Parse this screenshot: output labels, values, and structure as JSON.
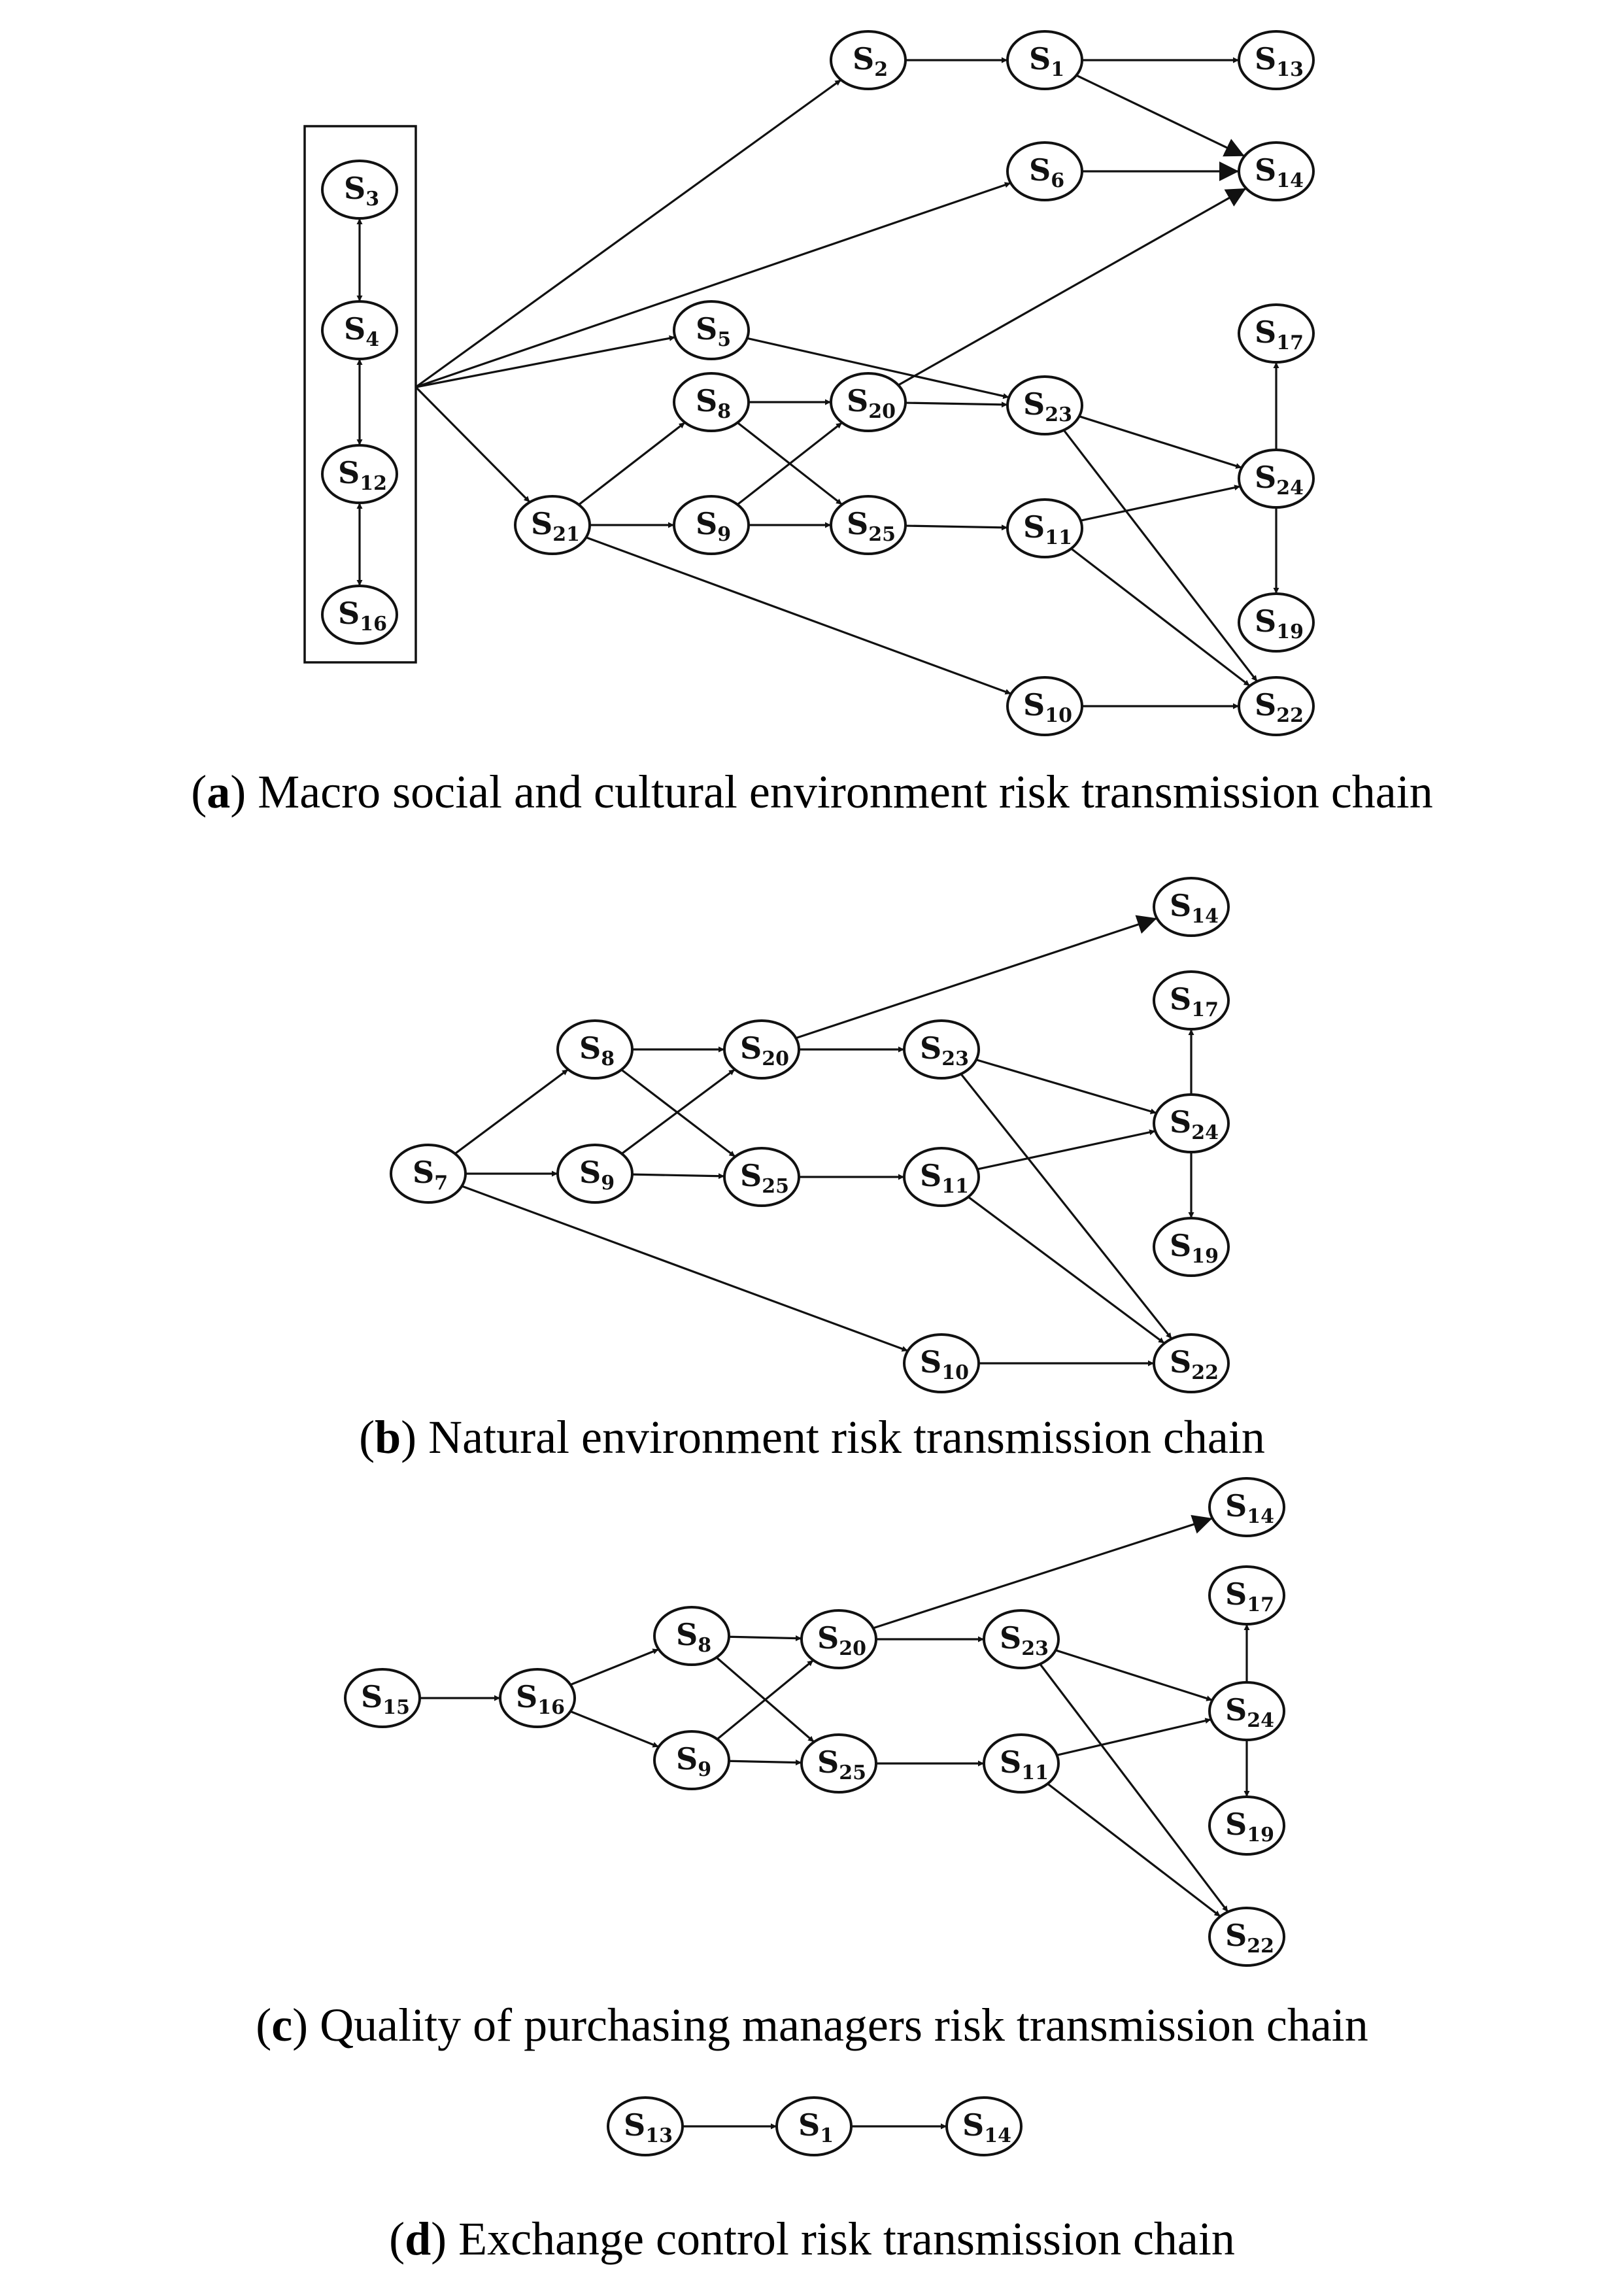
{
  "panels": [
    {
      "id": "a",
      "caption": {
        "letter": "a",
        "text": "Macro social and cultural environment risk transmission chain"
      },
      "groups": [
        {
          "members": [
            "S3",
            "S4",
            "S12",
            "S16"
          ]
        }
      ],
      "nodes": [
        {
          "id": "a-S3",
          "main": "S",
          "sub": "3"
        },
        {
          "id": "a-S4",
          "main": "S",
          "sub": "4"
        },
        {
          "id": "a-S12",
          "main": "S",
          "sub": "12"
        },
        {
          "id": "a-S16",
          "main": "S",
          "sub": "16"
        },
        {
          "id": "a-S2",
          "main": "S",
          "sub": "2"
        },
        {
          "id": "a-S1",
          "main": "S",
          "sub": "1"
        },
        {
          "id": "a-S13",
          "main": "S",
          "sub": "13"
        },
        {
          "id": "a-S6",
          "main": "S",
          "sub": "6"
        },
        {
          "id": "a-S14",
          "main": "S",
          "sub": "14"
        },
        {
          "id": "a-S5",
          "main": "S",
          "sub": "5"
        },
        {
          "id": "a-S8",
          "main": "S",
          "sub": "8"
        },
        {
          "id": "a-S20",
          "main": "S",
          "sub": "20"
        },
        {
          "id": "a-S23",
          "main": "S",
          "sub": "23"
        },
        {
          "id": "a-S17",
          "main": "S",
          "sub": "17"
        },
        {
          "id": "a-S24",
          "main": "S",
          "sub": "24"
        },
        {
          "id": "a-S21",
          "main": "S",
          "sub": "21"
        },
        {
          "id": "a-S9",
          "main": "S",
          "sub": "9"
        },
        {
          "id": "a-S25",
          "main": "S",
          "sub": "25"
        },
        {
          "id": "a-S11",
          "main": "S",
          "sub": "11"
        },
        {
          "id": "a-S19",
          "main": "S",
          "sub": "19"
        },
        {
          "id": "a-S10",
          "main": "S",
          "sub": "10"
        },
        {
          "id": "a-S22",
          "main": "S",
          "sub": "22"
        }
      ],
      "edges": [
        {
          "from": "a-S3",
          "to": "a-S4",
          "bidirectional": true
        },
        {
          "from": "a-S4",
          "to": "a-S12",
          "bidirectional": true
        },
        {
          "from": "a-S12",
          "to": "a-S16",
          "bidirectional": true
        },
        {
          "from": "group-a",
          "to": "a-S2"
        },
        {
          "from": "group-a",
          "to": "a-S6"
        },
        {
          "from": "group-a",
          "to": "a-S5"
        },
        {
          "from": "group-a",
          "to": "a-S21"
        },
        {
          "from": "a-S2",
          "to": "a-S1"
        },
        {
          "from": "a-S1",
          "to": "a-S13"
        },
        {
          "from": "a-S1",
          "to": "a-S14"
        },
        {
          "from": "a-S6",
          "to": "a-S14"
        },
        {
          "from": "a-S20",
          "to": "a-S14"
        },
        {
          "from": "a-S5",
          "to": "a-S23"
        },
        {
          "from": "a-S21",
          "to": "a-S8"
        },
        {
          "from": "a-S21",
          "to": "a-S9"
        },
        {
          "from": "a-S21",
          "to": "a-S10"
        },
        {
          "from": "a-S8",
          "to": "a-S20"
        },
        {
          "from": "a-S8",
          "to": "a-S25"
        },
        {
          "from": "a-S9",
          "to": "a-S20"
        },
        {
          "from": "a-S9",
          "to": "a-S25"
        },
        {
          "from": "a-S20",
          "to": "a-S23"
        },
        {
          "from": "a-S25",
          "to": "a-S11"
        },
        {
          "from": "a-S23",
          "to": "a-S24"
        },
        {
          "from": "a-S23",
          "to": "a-S22"
        },
        {
          "from": "a-S11",
          "to": "a-S24"
        },
        {
          "from": "a-S11",
          "to": "a-S22"
        },
        {
          "from": "a-S10",
          "to": "a-S22"
        },
        {
          "from": "a-S24",
          "to": "a-S17"
        },
        {
          "from": "a-S24",
          "to": "a-S19"
        }
      ]
    },
    {
      "id": "b",
      "caption": {
        "letter": "b",
        "text": "Natural environment risk transmission chain"
      },
      "nodes": [
        {
          "id": "b-S7",
          "main": "S",
          "sub": "7"
        },
        {
          "id": "b-S8",
          "main": "S",
          "sub": "8"
        },
        {
          "id": "b-S9",
          "main": "S",
          "sub": "9"
        },
        {
          "id": "b-S20",
          "main": "S",
          "sub": "20"
        },
        {
          "id": "b-S25",
          "main": "S",
          "sub": "25"
        },
        {
          "id": "b-S23",
          "main": "S",
          "sub": "23"
        },
        {
          "id": "b-S11",
          "main": "S",
          "sub": "11"
        },
        {
          "id": "b-S10",
          "main": "S",
          "sub": "10"
        },
        {
          "id": "b-S14",
          "main": "S",
          "sub": "14"
        },
        {
          "id": "b-S17",
          "main": "S",
          "sub": "17"
        },
        {
          "id": "b-S24",
          "main": "S",
          "sub": "24"
        },
        {
          "id": "b-S19",
          "main": "S",
          "sub": "19"
        },
        {
          "id": "b-S22",
          "main": "S",
          "sub": "22"
        }
      ],
      "edges": [
        {
          "from": "b-S7",
          "to": "b-S8"
        },
        {
          "from": "b-S7",
          "to": "b-S9"
        },
        {
          "from": "b-S7",
          "to": "b-S10"
        },
        {
          "from": "b-S8",
          "to": "b-S20"
        },
        {
          "from": "b-S8",
          "to": "b-S25"
        },
        {
          "from": "b-S9",
          "to": "b-S20"
        },
        {
          "from": "b-S9",
          "to": "b-S25"
        },
        {
          "from": "b-S20",
          "to": "b-S14"
        },
        {
          "from": "b-S20",
          "to": "b-S23"
        },
        {
          "from": "b-S25",
          "to": "b-S11"
        },
        {
          "from": "b-S23",
          "to": "b-S24"
        },
        {
          "from": "b-S23",
          "to": "b-S22"
        },
        {
          "from": "b-S11",
          "to": "b-S24"
        },
        {
          "from": "b-S11",
          "to": "b-S22"
        },
        {
          "from": "b-S10",
          "to": "b-S22"
        },
        {
          "from": "b-S24",
          "to": "b-S17"
        },
        {
          "from": "b-S24",
          "to": "b-S19"
        }
      ]
    },
    {
      "id": "c",
      "caption": {
        "letter": "c",
        "text": "Quality of purchasing managers risk transmission chain"
      },
      "nodes": [
        {
          "id": "c-S15",
          "main": "S",
          "sub": "15"
        },
        {
          "id": "c-S16",
          "main": "S",
          "sub": "16"
        },
        {
          "id": "c-S8",
          "main": "S",
          "sub": "8"
        },
        {
          "id": "c-S9",
          "main": "S",
          "sub": "9"
        },
        {
          "id": "c-S20",
          "main": "S",
          "sub": "20"
        },
        {
          "id": "c-S25",
          "main": "S",
          "sub": "25"
        },
        {
          "id": "c-S23",
          "main": "S",
          "sub": "23"
        },
        {
          "id": "c-S11",
          "main": "S",
          "sub": "11"
        },
        {
          "id": "c-S14",
          "main": "S",
          "sub": "14"
        },
        {
          "id": "c-S17",
          "main": "S",
          "sub": "17"
        },
        {
          "id": "c-S24",
          "main": "S",
          "sub": "24"
        },
        {
          "id": "c-S19",
          "main": "S",
          "sub": "19"
        },
        {
          "id": "c-S22",
          "main": "S",
          "sub": "22"
        }
      ],
      "edges": [
        {
          "from": "c-S15",
          "to": "c-S16"
        },
        {
          "from": "c-S16",
          "to": "c-S8"
        },
        {
          "from": "c-S16",
          "to": "c-S9"
        },
        {
          "from": "c-S8",
          "to": "c-S20"
        },
        {
          "from": "c-S8",
          "to": "c-S25"
        },
        {
          "from": "c-S9",
          "to": "c-S20"
        },
        {
          "from": "c-S9",
          "to": "c-S25"
        },
        {
          "from": "c-S20",
          "to": "c-S14"
        },
        {
          "from": "c-S20",
          "to": "c-S23"
        },
        {
          "from": "c-S25",
          "to": "c-S11"
        },
        {
          "from": "c-S23",
          "to": "c-S24"
        },
        {
          "from": "c-S23",
          "to": "c-S22"
        },
        {
          "from": "c-S11",
          "to": "c-S24"
        },
        {
          "from": "c-S11",
          "to": "c-S22"
        },
        {
          "from": "c-S24",
          "to": "c-S17"
        },
        {
          "from": "c-S24",
          "to": "c-S19"
        }
      ]
    },
    {
      "id": "d",
      "caption": {
        "letter": "d",
        "text": "Exchange control risk transmission chain"
      },
      "nodes": [
        {
          "id": "d-S13",
          "main": "S",
          "sub": "13"
        },
        {
          "id": "d-S1",
          "main": "S",
          "sub": "1"
        },
        {
          "id": "d-S14",
          "main": "S",
          "sub": "14"
        }
      ],
      "edges": [
        {
          "from": "d-S13",
          "to": "d-S1"
        },
        {
          "from": "d-S1",
          "to": "d-S14"
        }
      ]
    }
  ]
}
